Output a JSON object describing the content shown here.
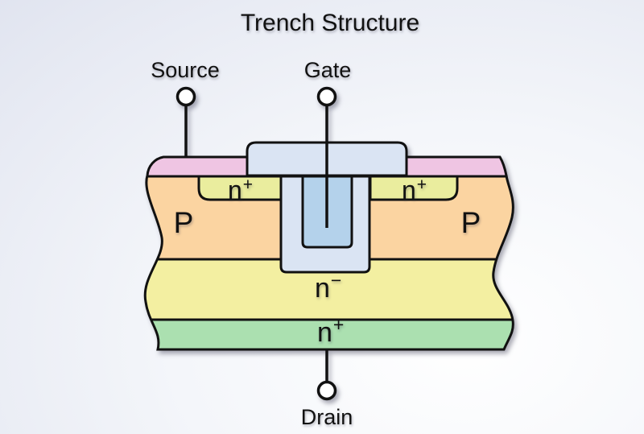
{
  "title": "Trench Structure",
  "terminals": {
    "source": {
      "label": "Source"
    },
    "gate": {
      "label": "Gate"
    },
    "drain": {
      "label": "Drain"
    }
  },
  "regions": {
    "p_left": {
      "label": "P"
    },
    "p_right": {
      "label": "P"
    },
    "n_plus_source_left": {
      "base": "n",
      "sup": "+"
    },
    "n_plus_source_right": {
      "base": "n",
      "sup": "+"
    },
    "n_minus_drift": {
      "base": "n",
      "sup": "−"
    },
    "n_plus_substrate": {
      "base": "n",
      "sup": "+"
    }
  },
  "colors": {
    "source_metal_pink": "#efc5e3",
    "p_body_orange": "#fbd4a1",
    "n_source_yellow": "#eaed9e",
    "n_drift_yellow": "#f3efa1",
    "n_substrate_green": "#abe0b0",
    "gate_oxide_blue": "#dae4f3",
    "gate_poly_blue": "#b4d2eb",
    "terminal_fill": "#ffffff",
    "outline": "#111111"
  }
}
